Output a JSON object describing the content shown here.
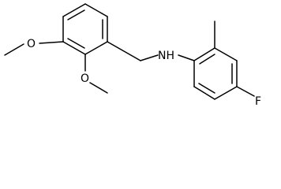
{
  "molecule": {
    "atoms": {
      "nh": "NH",
      "fluorine": "F",
      "methoxy_oxygen_top": "O",
      "methoxy_oxygen_bottom": "O"
    }
  }
}
